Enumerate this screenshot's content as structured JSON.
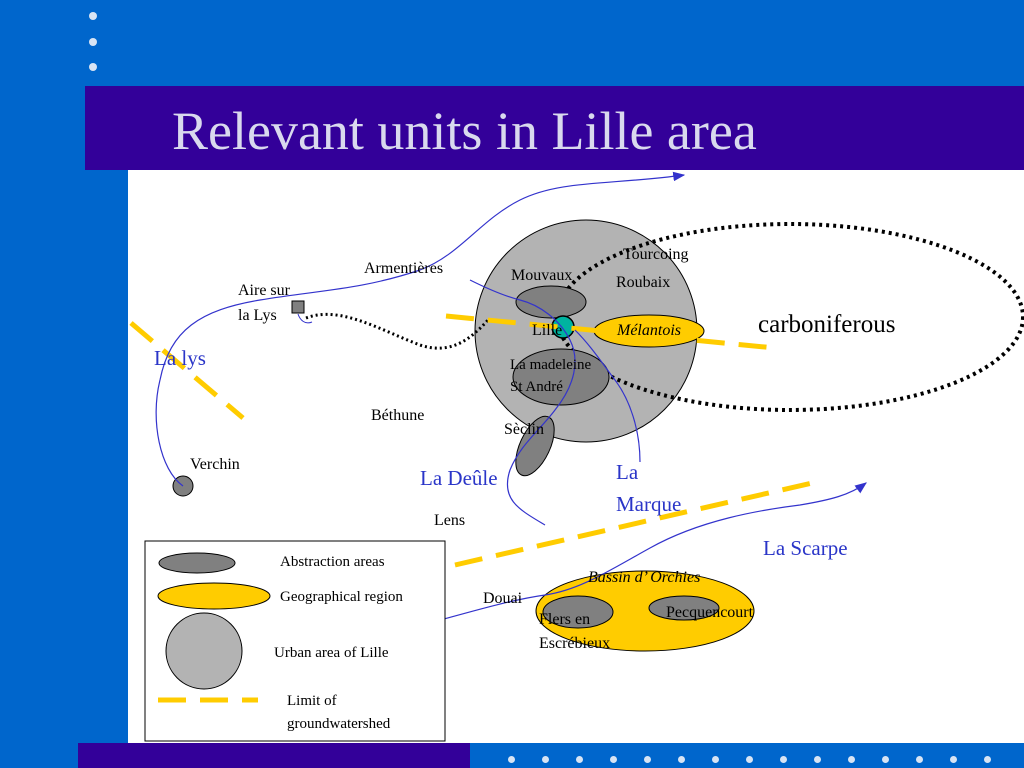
{
  "title": "Relevant units in Lille area",
  "colors": {
    "background": "#0066cc",
    "title_band": "#330099",
    "abstraction_area": "#808080",
    "geographical_region": "#ffcc00",
    "urban_area": "#b3b3b3",
    "groundwatershed_limit": "#ffcc00",
    "river": "#3333cc"
  },
  "map": {
    "places": {
      "armentieres": "Armentières",
      "aire_sur": "Aire sur",
      "la_lys_town": "la Lys",
      "mouvaux": "Mouvaux",
      "tourcoing": "Tourcoing",
      "roubaix": "Roubaix",
      "lille": "Lille",
      "melantois": "Mélantois",
      "la_madeleine": "La madeleine",
      "st_andre": "St André",
      "bethune": "Béthune",
      "seclin": "Sèclin",
      "verchin": "Verchin",
      "lens": "Lens",
      "douai": "Douai",
      "bassin_orchies": "Bassin d’ Orchies",
      "pecquencourt": "Pecquencourt",
      "flers_en": "Flers en",
      "escrebieux": "Escrébieux",
      "carboniferous": "carboniferous"
    },
    "rivers": {
      "la_lys": "La lys",
      "la_deule": "La Deûle",
      "la_marque_1": "La",
      "la_marque_2": "Marque",
      "la_scarpe": "La Scarpe"
    }
  },
  "legend": {
    "abstraction": "Abstraction areas",
    "geographical": "Geographical region",
    "urban": "Urban area of Lille",
    "limit_1": "Limit of",
    "limit_2": "groundwatershed"
  }
}
